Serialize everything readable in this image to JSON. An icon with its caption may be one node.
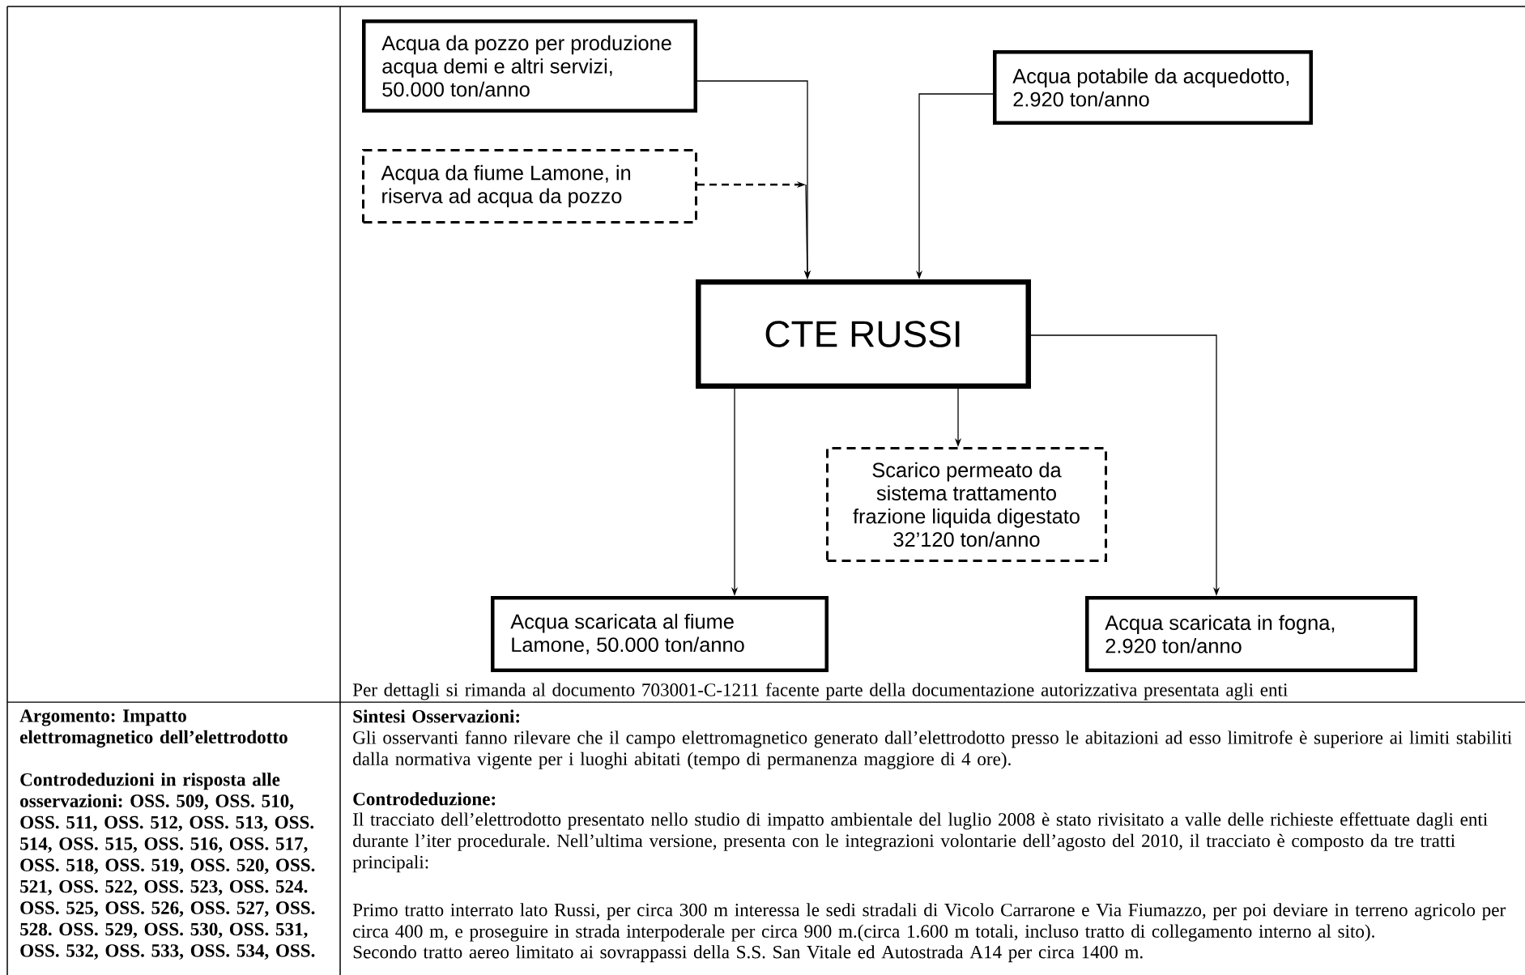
{
  "diagram": {
    "nodes": [
      {
        "text": [
          "Acqua da pozzo per produzione acqua demi e altri servizi, 50.000 ton/anno"
        ]
      },
      {
        "text": [
          "Acqua da fiume Lamone, in riserva ad acqua da pozzo"
        ]
      },
      {
        "text": [
          "Acqua potabile da acquedotto, 2.920 ton/anno"
        ]
      },
      {
        "text": [
          "CTE RUSSI"
        ]
      },
      {
        "text": [
          "Scarico permeato da sistema trattamento frazione liquida digestato 32’120 ton/anno"
        ]
      },
      {
        "text": [
          "Acqua scaricata al fiume Lamone, 50.000 ton/anno"
        ]
      },
      {
        "text": [
          "Acqua scaricata in fogna, 2.920 ton/anno"
        ]
      }
    ],
    "edges": [
      {
        "from": 0,
        "to": 3,
        "arrow": "to"
      },
      {
        "from": 1,
        "to": 3,
        "arrow": "to",
        "style": "dashed"
      },
      {
        "from": 2,
        "to": 3,
        "arrow": "to"
      },
      {
        "from": 3,
        "to": 5,
        "arrow": "to"
      },
      {
        "from": 3,
        "to": 4,
        "arrow": "to"
      },
      {
        "from": 3,
        "to": 6,
        "arrow": "to"
      }
    ],
    "labels": [
      "Per dettagli si rimanda al documento 703001-C-1211 facente parte della documentazione autorizzativa presentata agli enti",
      "Argomento: Impatto elettromagnetico dell’elettrodotto",
      "Controdeduzioni in risposta alle osservazioni: OSS. 509, OSS. 510, OSS. 511, OSS. 512, OSS. 513, OSS. 514, OSS. 515, OSS. 516, OSS. 517, OSS. 518, OSS. 519, OSS. 520, OSS. 521, OSS. 522, OSS. 523, OSS. 524. OSS. 525, OSS. 526, OSS. 527, OSS. 528. OSS. 529, OSS. 530, OSS. 531, OSS. 532, OSS. 533, OSS. 534, OSS.",
      "Sintesi Osservazioni:",
      "Gli osservanti fanno rilevare che il campo elettromagnetico generato dall’elettrodotto presso le abitazioni ad esso limitrofe è superiore ai limiti stabiliti dalla normativa vigente per i luoghi abitati (tempo di permanenza maggiore di 4 ore).",
      "Controdeduzione:",
      "Il tracciato dell’elettrodotto presentato nello studio di impatto ambientale del luglio 2008 è stato rivisitato a valle delle richieste effettuate dagli enti durante l’iter procedurale. Nell’ultima versione, presenta con le integrazioni volontarie dell’agosto del 2010, il tracciato è composto da tre tratti principali:",
      "Primo tratto interrato lato Russi, per circa 300 m interessa le sedi stradali di Vicolo Carrarone e Via Fiumazzo, per poi deviare in terreno agricolo per circa 400 m, e proseguire in strada interpoderale per circa 900 m.(circa 1.600 m totali, incluso tratto di collegamento interno al sito).",
      "Secondo tratto aereo limitato ai sovrappassi della S.S. San Vitale ed Autostrada A14 per circa 1400 m."
    ]
  }
}
